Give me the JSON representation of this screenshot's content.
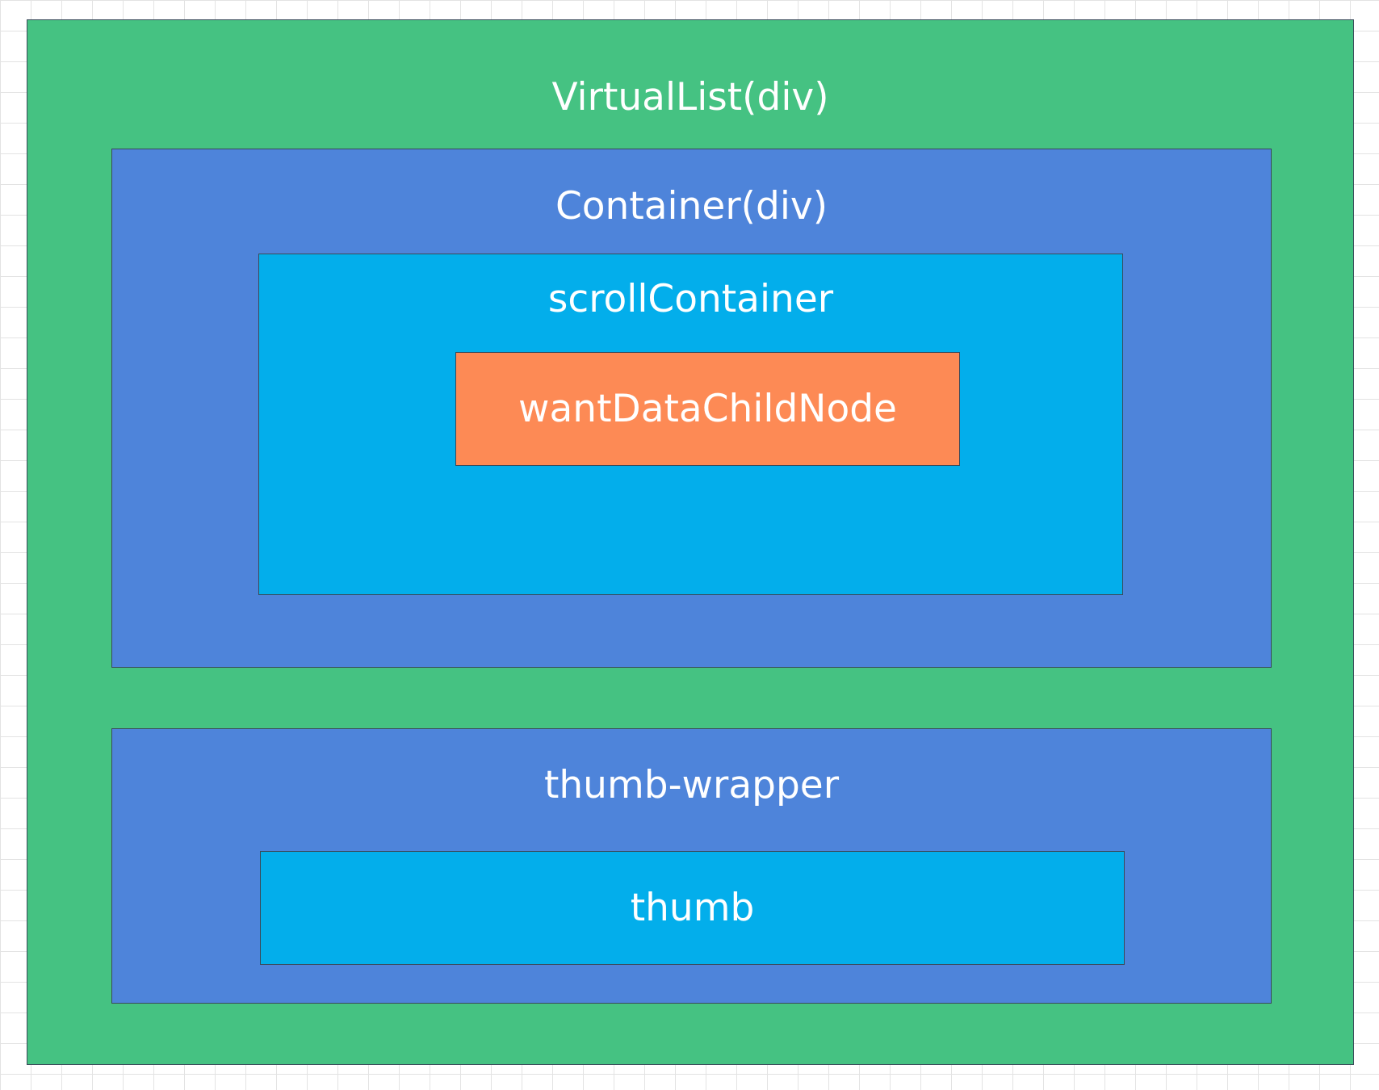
{
  "diagram": {
    "virtual_list": {
      "label": "VirtualList(div)",
      "color": "#45C282"
    },
    "container": {
      "label": "Container(div)",
      "color": "#4E84DA"
    },
    "scroll_container": {
      "label": "scrollContainer",
      "color": "#03AEEB"
    },
    "want_data_child_node": {
      "label": "wantDataChildNode",
      "color": "#FD8A55"
    },
    "thumb_wrapper": {
      "label": "thumb-wrapper",
      "color": "#4E84DA"
    },
    "thumb": {
      "label": "thumb",
      "color": "#03AEEB"
    }
  }
}
